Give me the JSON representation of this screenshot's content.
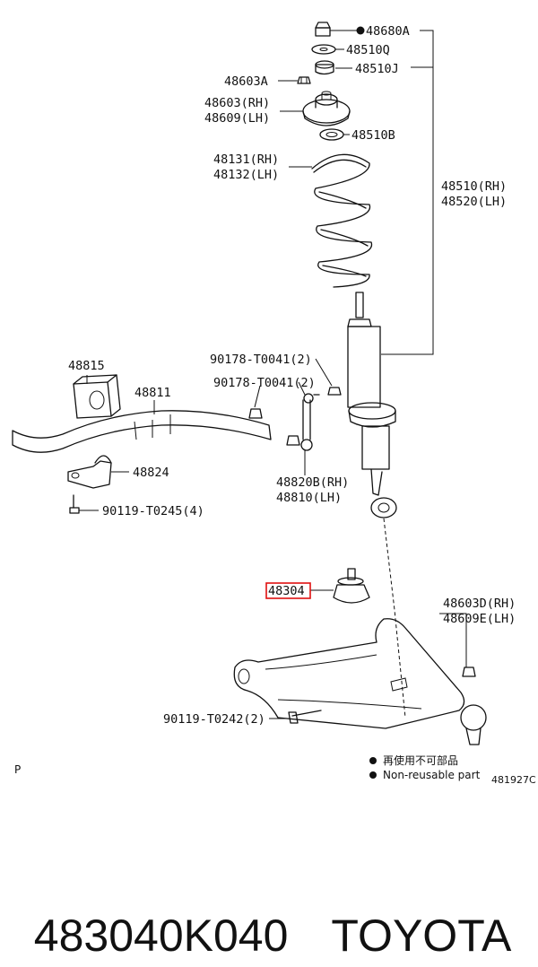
{
  "callouts": {
    "p48680A": "48680A",
    "p48510Q": "48510Q",
    "p48510J": "48510J",
    "p48603A": "48603A",
    "p48603RH": "48603(RH)",
    "p48609LH": "48609(LH)",
    "p48510B": "48510B",
    "p48131RH": "48131(RH)",
    "p48132LH": "48132(LH)",
    "p48510RH": "48510(RH)",
    "p48520LH": "48520(LH)",
    "p48815": "48815",
    "p48811": "48811",
    "p90178a": "90178-T0041(2)",
    "p90178b": "90178-T0041(2)",
    "p48824": "48824",
    "p48820B": "48820B(RH)",
    "p48810": "48810(LH)",
    "p90119a": "90119-T0245(4)",
    "p48304": "48304",
    "p48603D": "48603D(RH)",
    "p48609E": "48609E(LH)",
    "p90119b": "90119-T0242(2)"
  },
  "legend": {
    "jp": "再使用不可部品",
    "en": "Non-reusable part"
  },
  "corner_mark": "P",
  "figure_id": "481927C",
  "highlight_color": "#e01010",
  "footer": {
    "part_number": "483040K040",
    "brand": "TOYOTA"
  }
}
